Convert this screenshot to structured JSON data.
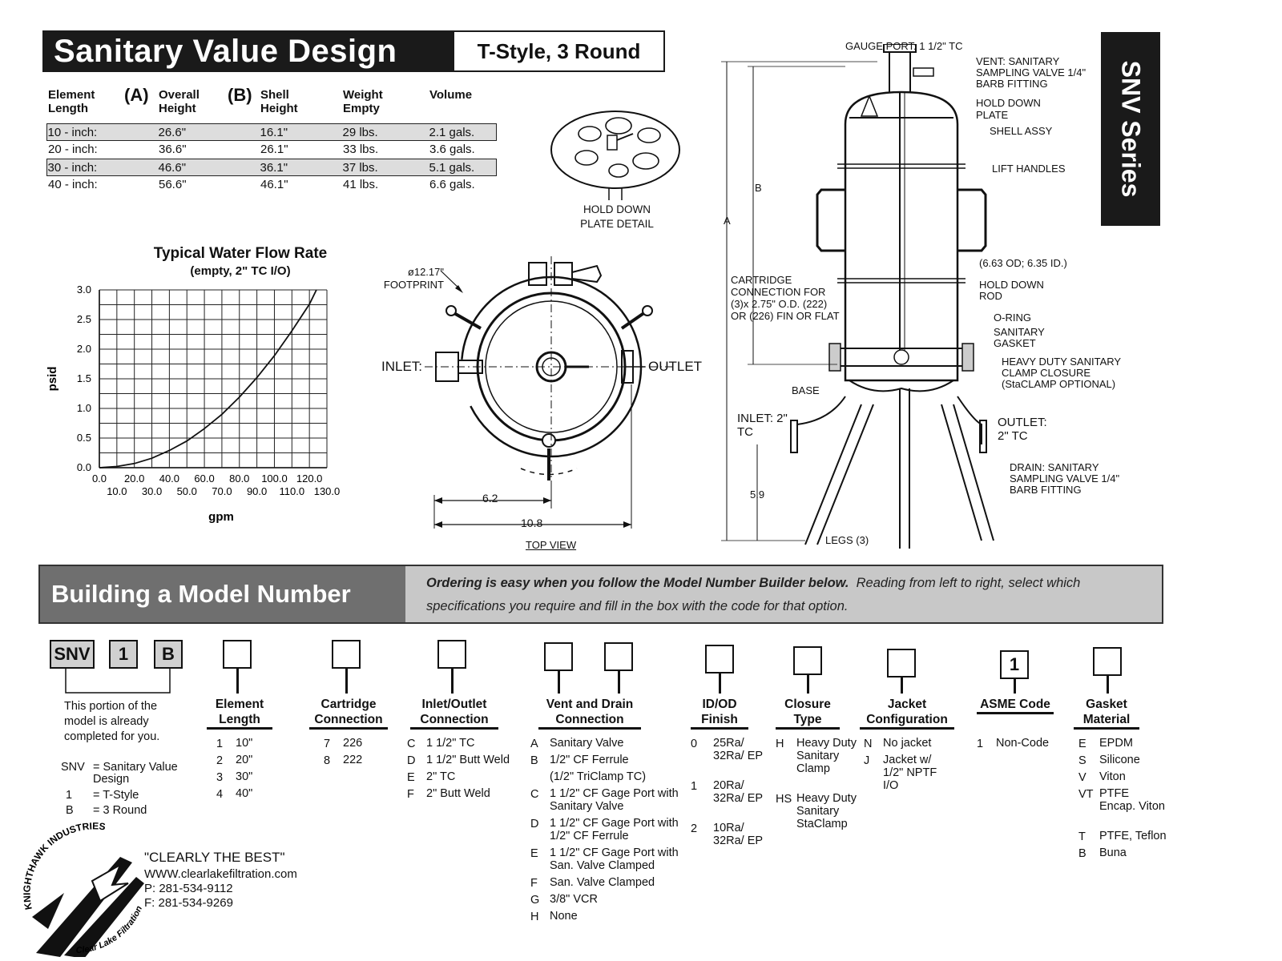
{
  "header": {
    "title": "Sanitary Value Design",
    "subtitle": "T-Style, 3 Round",
    "series_tab": "SNV Series"
  },
  "spec_table": {
    "headers": {
      "element": "Element Length",
      "letter_a": "(A)",
      "overall": "Overall Height",
      "letter_b": "(B)",
      "shell": "Shell Height",
      "weight": "Weight Empty",
      "volume": "Volume"
    },
    "rows": [
      {
        "element": "10 - inch:",
        "overall": "26.6\"",
        "shell": "16.1\"",
        "weight": "29 lbs.",
        "volume": "2.1 gals.",
        "highlight": true
      },
      {
        "element": "20 - inch:",
        "overall": "36.6\"",
        "shell": "26.1\"",
        "weight": "33 lbs.",
        "volume": "3.6 gals.",
        "highlight": false
      },
      {
        "element": "30 - inch:",
        "overall": "46.6\"",
        "shell": "36.1\"",
        "weight": "37 lbs.",
        "volume": "5.1 gals.",
        "highlight": true
      },
      {
        "element": "40 - inch:",
        "overall": "56.6\"",
        "shell": "46.1\"",
        "weight": "41 lbs.",
        "volume": "6.6 gals.",
        "highlight": false
      }
    ]
  },
  "chart_data": {
    "type": "line",
    "title": "Typical Water Flow Rate",
    "subtitle": "(empty, 2\" TC I/O)",
    "xlabel": "gpm",
    "ylabel": "psid",
    "xlim": [
      0,
      130
    ],
    "ylim": [
      0,
      3.0
    ],
    "x_ticks_upper": [
      "0.0",
      "20.0",
      "40.0",
      "60.0",
      "80.0",
      "100.0",
      "120.0"
    ],
    "x_ticks_lower": [
      "10.0",
      "30.0",
      "50.0",
      "70.0",
      "90.0",
      "110.0",
      "130.0"
    ],
    "y_ticks": [
      "0.0",
      "0.5",
      "1.0",
      "1.5",
      "2.0",
      "2.5",
      "3.0"
    ],
    "grid": true,
    "series": [
      {
        "x": [
          0,
          10,
          20,
          30,
          40,
          50,
          60,
          70,
          80,
          90,
          100,
          110,
          120,
          124
        ],
        "y": [
          0,
          0.02,
          0.07,
          0.16,
          0.29,
          0.45,
          0.66,
          0.9,
          1.19,
          1.52,
          1.89,
          2.31,
          2.76,
          3.0
        ]
      }
    ]
  },
  "drawings": {
    "hold_down_label": "HOLD DOWN PLATE DETAIL",
    "top_view": {
      "footprint": "ø12.17\" FOOTPRINT",
      "inlet": "INLET:",
      "outlet": "OUTLET",
      "dim_small": "6.2",
      "dim_large": "10.8",
      "caption": "TOP VIEW"
    },
    "side_view": {
      "gauge_port": "GAUGE PORT: 1 1/2\" TC",
      "vent": "VENT: SANITARY SAMPLING VALVE 1/4\" BARB FITTING",
      "hold_down_plate": "HOLD DOWN PLATE",
      "shell_assy": "SHELL ASSY",
      "lift_handles": "LIFT HANDLES",
      "od_id": "(6.63 OD; 6.35 ID.)",
      "cartridge": "CARTRIDGE CONNECTION FOR (3)x 2.75\" O.D. (222) OR (226) FIN OR FLAT",
      "hold_down_rod": "HOLD DOWN ROD",
      "o_ring": "O-RING",
      "sanitary_gasket": "SANITARY GASKET",
      "clamp": "HEAVY DUTY SANITARY CLAMP CLOSURE (StaCLAMP OPTIONAL)",
      "base": "BASE",
      "inlet": "INLET: 2\" TC",
      "outlet": "OUTLET: 2\" TC",
      "drain": "DRAIN: SANITARY SAMPLING VALVE 1/4\" BARB FITTING",
      "legs": "LEGS (3)",
      "dim_a": "A",
      "dim_b": "B",
      "dim_59": "5.9"
    }
  },
  "model_builder": {
    "title": "Building a Model Number",
    "intro_bold": "Ordering is easy when you follow the Model Number Builder below.",
    "intro_rest": "Reading from left to right, select which specifications you require and fill in the box with the code for that option.",
    "prefilled": [
      "SNV",
      "1",
      "B"
    ],
    "prefilled_note": "This portion of the model is already completed for you.",
    "legend": [
      {
        "code": "SNV",
        "text": "= Sanitary Value Design"
      },
      {
        "code": "1",
        "text": "= T-Style"
      },
      {
        "code": "B",
        "text": "= 3 Round"
      }
    ],
    "columns": [
      {
        "key": "element",
        "title": "Element Length",
        "box": "",
        "options": [
          [
            "1",
            "10\""
          ],
          [
            "2",
            "20\""
          ],
          [
            "3",
            "30\""
          ],
          [
            "4",
            "40\""
          ]
        ]
      },
      {
        "key": "cartridge",
        "title": "Cartridge Connection",
        "box": "",
        "options": [
          [
            "7",
            "226"
          ],
          [
            "8",
            "222"
          ]
        ]
      },
      {
        "key": "inlet",
        "title": "Inlet/Outlet Connection",
        "box": "",
        "options": [
          [
            "C",
            "1 1/2\" TC"
          ],
          [
            "D",
            "1 1/2\" Butt Weld"
          ],
          [
            "E",
            "2\" TC"
          ],
          [
            "F",
            "2\" Butt Weld"
          ]
        ]
      },
      {
        "key": "vent",
        "title": "Vent and Drain Connection",
        "box": "",
        "options": [
          [
            "A",
            "Sanitary Valve"
          ],
          [
            "B",
            "1/2\" CF Ferrule"
          ],
          [
            "",
            "(1/2\" TriClamp TC)"
          ],
          [
            "C",
            "1 1/2\" CF Gage Port with Sanitary Valve"
          ],
          [
            "D",
            "1 1/2\" CF Gage Port with 1/2\" CF Ferrule"
          ],
          [
            "E",
            "1 1/2\" CF Gage Port with San. Valve Clamped"
          ],
          [
            "F",
            "San. Valve Clamped"
          ],
          [
            "G",
            "3/8\" VCR"
          ],
          [
            "H",
            "None"
          ]
        ]
      },
      {
        "key": "finish",
        "title": "ID/OD Finish",
        "box": "",
        "options": [
          [
            "0",
            "25Ra/ 32Ra/ EP"
          ],
          [
            "1",
            "20Ra/ 32Ra/ EP"
          ],
          [
            "2",
            "10Ra/ 32Ra/ EP"
          ]
        ]
      },
      {
        "key": "closure",
        "title": "Closure Type",
        "box": "",
        "options": [
          [
            "H",
            "Heavy Duty Sanitary Clamp"
          ],
          [
            "HS",
            "Heavy Duty Sanitary StaClamp"
          ]
        ]
      },
      {
        "key": "jacket",
        "title": "Jacket Configuration",
        "box": "",
        "options": [
          [
            "N",
            "No jacket"
          ],
          [
            "J",
            "Jacket w/ 1/2\" NPTF I/O"
          ]
        ]
      },
      {
        "key": "asme",
        "title": "ASME Code",
        "box": "1",
        "options": [
          [
            "1",
            "Non-Code"
          ]
        ]
      },
      {
        "key": "gasket",
        "title": "Gasket Material",
        "box": "",
        "options": [
          [
            "E",
            "EPDM"
          ],
          [
            "S",
            "Silicone"
          ],
          [
            "V",
            "Viton"
          ],
          [
            "VT",
            "PTFE Encap. Viton"
          ],
          [
            "T",
            "PTFE, Teflon"
          ],
          [
            "B",
            "Buna"
          ]
        ]
      }
    ]
  },
  "footer": {
    "logo_top": "KNIGHTHAWK INDUSTRIES",
    "logo_bottom": "Clear Lake Filtration",
    "slogan": "\"CLEARLY THE BEST\"",
    "website": "WWW.clearlakefiltration.com",
    "phone": "P: 281-534-9112",
    "fax": "F: 281-534-9269"
  }
}
